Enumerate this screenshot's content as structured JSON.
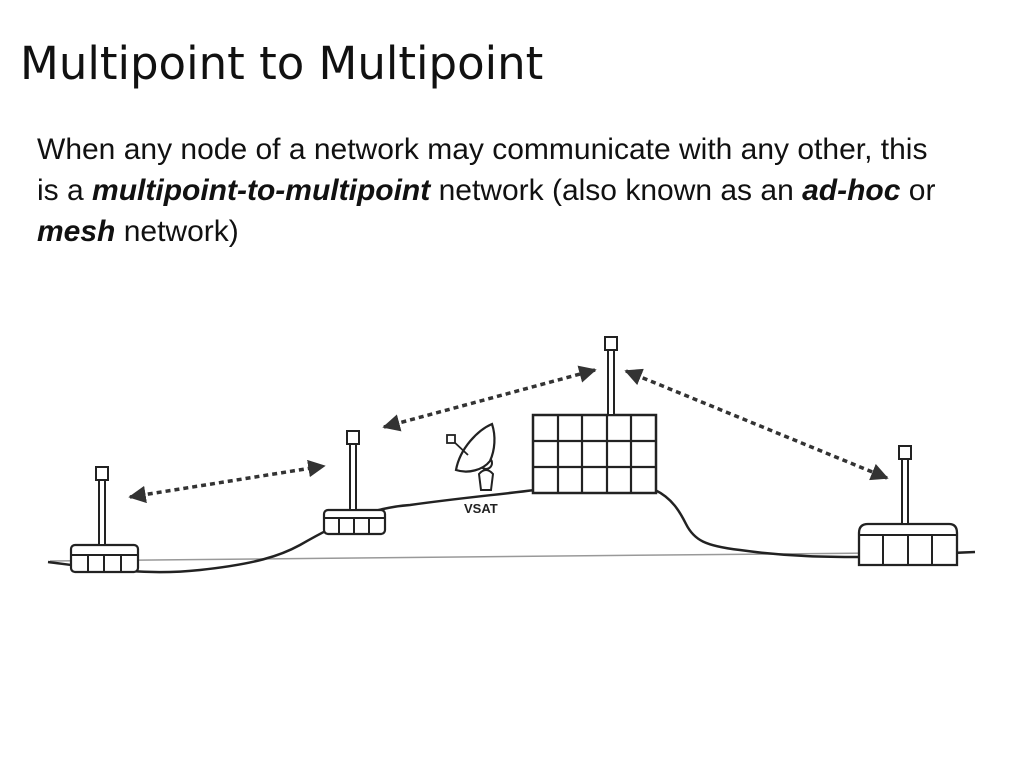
{
  "title": "Multipoint to Multipoint",
  "body": {
    "p1": "When any node of a network may communicate with any other, this is a ",
    "em1": "multipoint-to-multipoint",
    "p2": " network (also known as an ",
    "em2": "ad-hoc",
    "p3": " or ",
    "em3": "mesh",
    "p4": " network)"
  },
  "diagram": {
    "vsat_label": "VSAT",
    "colors": {
      "stroke": "#222222",
      "link": "#333333",
      "ground": "#999999"
    },
    "icons": [
      "tower-node-icon",
      "satellite-dish-icon",
      "dashed-link-arrow-icon"
    ]
  }
}
